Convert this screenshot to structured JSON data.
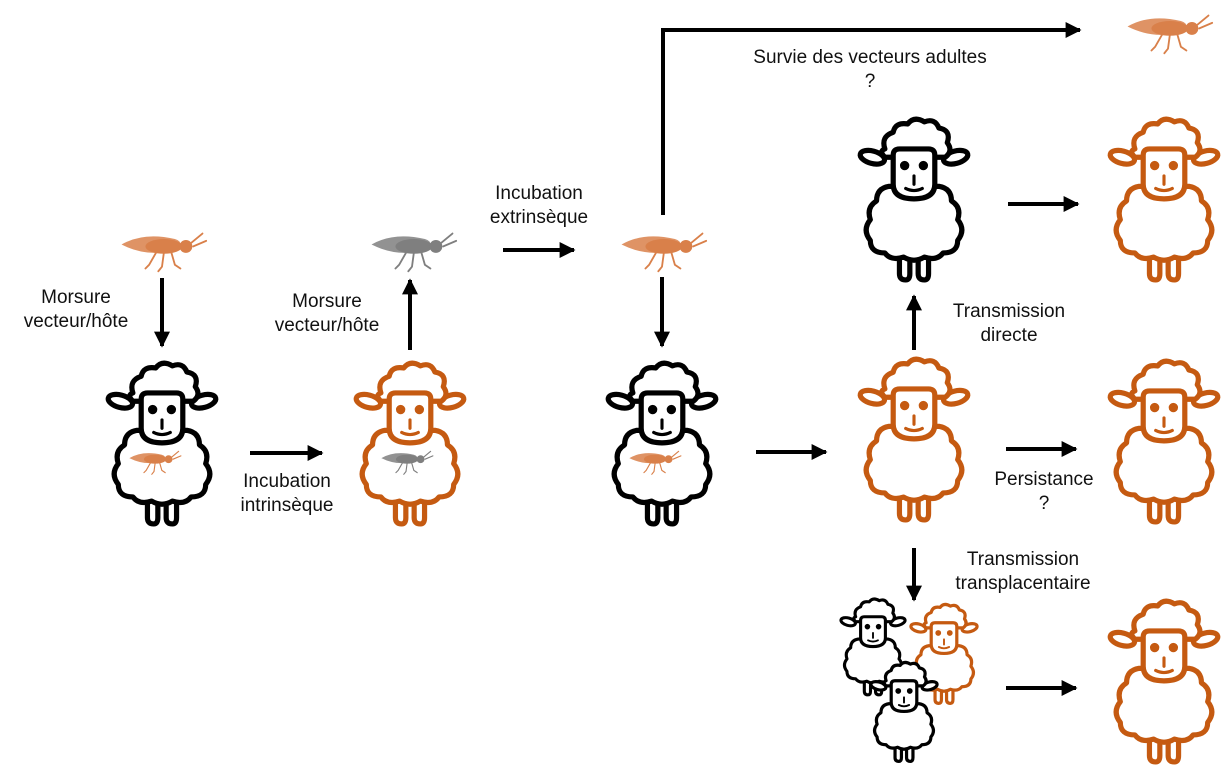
{
  "colors": {
    "infected": "#c55a11",
    "healthy": "#000000",
    "vector_infected": "#d9804a",
    "vector_grey": "#7f7f7f"
  },
  "icons": {
    "sheep": "sheep-icon",
    "midge": "midge-icon",
    "arrow": "arrow-icon"
  },
  "labels": {
    "bite1": [
      "Morsure",
      "vecteur/hôte"
    ],
    "bite2": [
      "Morsure",
      "vecteur/hôte"
    ],
    "intrinsic": [
      "Incubation",
      "intrinsèque"
    ],
    "extrinsic": [
      "Incubation",
      "extrinsèque"
    ],
    "survival": [
      "Survie des vecteurs adultes",
      "?"
    ],
    "direct": [
      "Transmission",
      "directe"
    ],
    "persistence": [
      "Persistance",
      "?"
    ],
    "transplacental": [
      "Transmission",
      "transplacentaire"
    ]
  }
}
